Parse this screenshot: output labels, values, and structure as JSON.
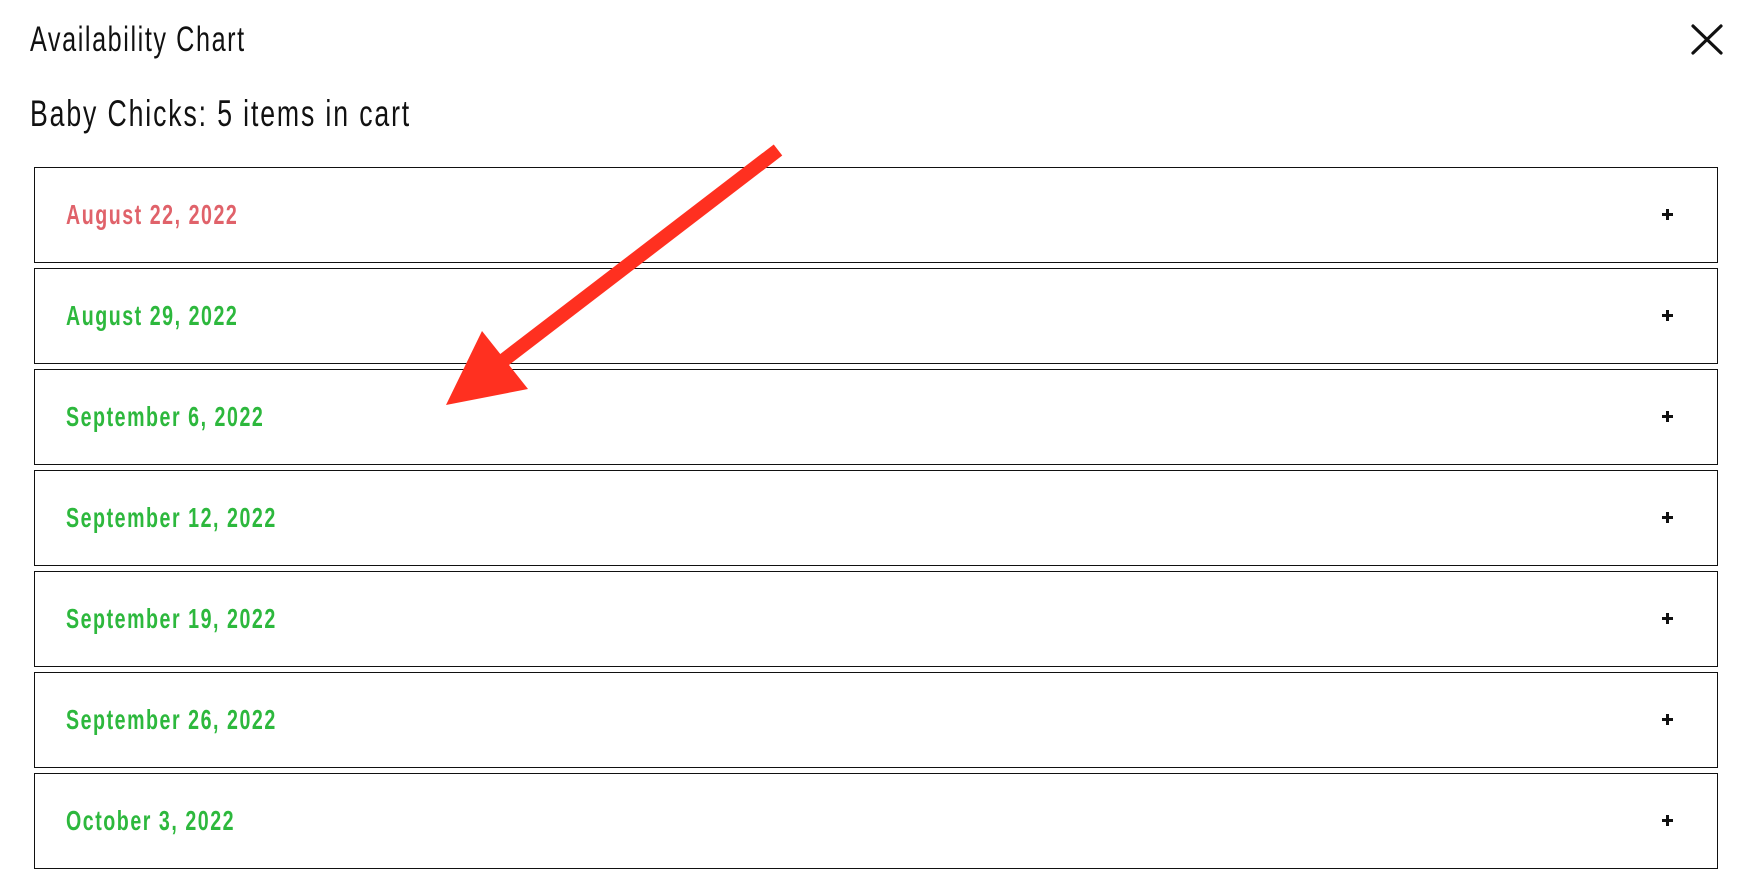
{
  "modal": {
    "title": "Availability Chart",
    "close_icon": "close-icon",
    "cart_summary": "Baby Chicks: 5 items in cart"
  },
  "colors": {
    "unavailable": "#e0626a",
    "available": "#2db83d",
    "annotation_arrow": "#ff3020",
    "text": "#111111",
    "border": "#111111"
  },
  "dates": [
    {
      "label": "August 22, 2022",
      "status": "unavailable",
      "expand_icon": "plus-icon",
      "expand_symbol": "+"
    },
    {
      "label": "August 29, 2022",
      "status": "available",
      "expand_icon": "plus-icon",
      "expand_symbol": "+"
    },
    {
      "label": "September 6, 2022",
      "status": "available",
      "expand_icon": "plus-icon",
      "expand_symbol": "+"
    },
    {
      "label": "September 12, 2022",
      "status": "available",
      "expand_icon": "plus-icon",
      "expand_symbol": "+"
    },
    {
      "label": "September 19, 2022",
      "status": "available",
      "expand_icon": "plus-icon",
      "expand_symbol": "+"
    },
    {
      "label": "September 26, 2022",
      "status": "available",
      "expand_icon": "plus-icon",
      "expand_symbol": "+"
    },
    {
      "label": "October 3, 2022",
      "status": "available",
      "expand_icon": "plus-icon",
      "expand_symbol": "+"
    }
  ],
  "annotation": {
    "type": "arrow",
    "icon": "red-arrow-annotation",
    "points_to": "September 6, 2022"
  }
}
